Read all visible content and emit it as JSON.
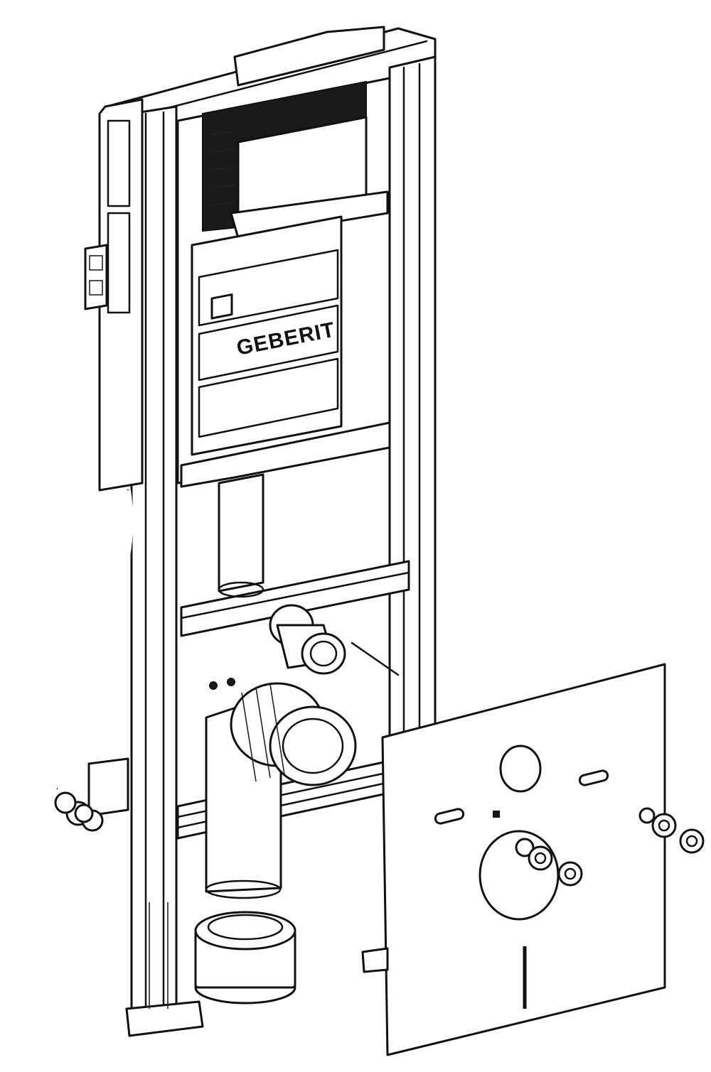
{
  "diagram": {
    "brand_label": "GEBERIT",
    "components": [
      {
        "name": "mounting-frame",
        "icon": "steel-frame"
      },
      {
        "name": "concealed-cistern",
        "icon": "cistern"
      },
      {
        "name": "water-supply-hose",
        "icon": "hose"
      },
      {
        "name": "flush-bend",
        "icon": "pipe-bend"
      },
      {
        "name": "drain-connector",
        "icon": "pipe-socket"
      },
      {
        "name": "sound-insulation-mat",
        "icon": "panel"
      },
      {
        "name": "fixing-bolts",
        "icon": "bolt"
      }
    ]
  }
}
